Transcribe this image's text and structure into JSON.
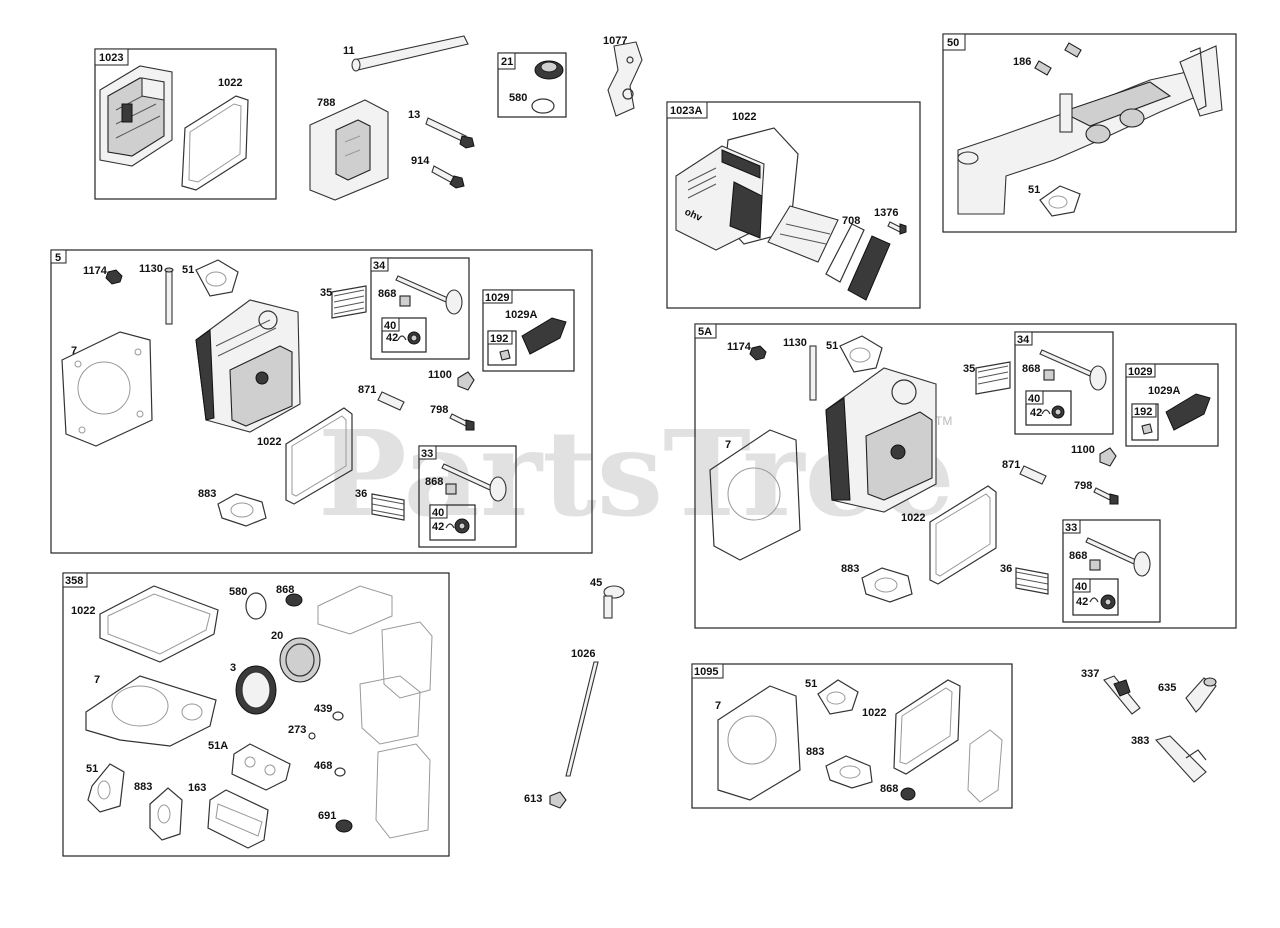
{
  "watermark": {
    "text": "PartsTree",
    "mark": "TM"
  },
  "groups": [
    {
      "id": "g1023",
      "tag": "1023"
    },
    {
      "id": "g21",
      "tag": "21"
    },
    {
      "id": "g1023A",
      "tag": "1023A"
    },
    {
      "id": "g50",
      "tag": "50"
    },
    {
      "id": "g5",
      "tag": "5"
    },
    {
      "id": "g34",
      "tag": "34"
    },
    {
      "id": "g40a",
      "tag": "40"
    },
    {
      "id": "g1029",
      "tag": "1029"
    },
    {
      "id": "g192",
      "tag": "192"
    },
    {
      "id": "g33",
      "tag": "33"
    },
    {
      "id": "g40b",
      "tag": "40"
    },
    {
      "id": "g5A",
      "tag": "5A"
    },
    {
      "id": "g34b",
      "tag": "34"
    },
    {
      "id": "g40c",
      "tag": "40"
    },
    {
      "id": "g1029b",
      "tag": "1029"
    },
    {
      "id": "g192b",
      "tag": "192"
    },
    {
      "id": "g33b",
      "tag": "33"
    },
    {
      "id": "g40d",
      "tag": "40"
    },
    {
      "id": "g358",
      "tag": "358"
    },
    {
      "id": "g1095",
      "tag": "1095"
    }
  ],
  "labels": [
    "1022",
    "11",
    "788",
    "13",
    "914",
    "580",
    "1077",
    "1022",
    "708",
    "1376",
    "186",
    "51",
    "1174",
    "1130",
    "51",
    "7",
    "35",
    "868",
    "42",
    "1029A",
    "871",
    "1100",
    "798",
    "1022",
    "883",
    "36",
    "868",
    "42",
    "1174",
    "1130",
    "51",
    "7",
    "35",
    "868",
    "42",
    "1029A",
    "1100",
    "871",
    "798",
    "1022",
    "883",
    "36",
    "868",
    "42",
    "1022",
    "580",
    "868",
    "20",
    "3",
    "7",
    "439",
    "273",
    "51A",
    "468",
    "51",
    "883",
    "163",
    "691",
    "45",
    "1026",
    "613",
    "7",
    "51",
    "1022",
    "883",
    "868",
    "337",
    "635",
    "383"
  ]
}
